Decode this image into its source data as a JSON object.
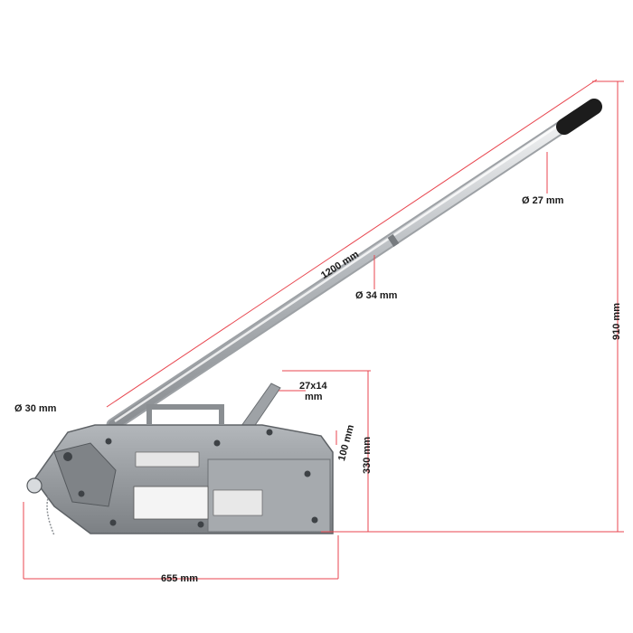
{
  "colors": {
    "dimension_line": "#e8464f",
    "body_gray": "#9a9ea2",
    "body_dark": "#6f7377",
    "handle_light": "#d9dcdf",
    "grip_black": "#1c1c1c"
  },
  "labels": {
    "handle_length": "1200 mm",
    "handle_outer_diameter": "Ø 34 mm",
    "grip_diameter": "Ø 27 mm",
    "total_height": "910 mm",
    "lever_size_a": "27x14",
    "lever_size_b": "mm",
    "body_height": "330 mm",
    "pin_height": "100 mm",
    "hook_diameter": "Ø 30 mm",
    "body_length": "655 mm"
  }
}
